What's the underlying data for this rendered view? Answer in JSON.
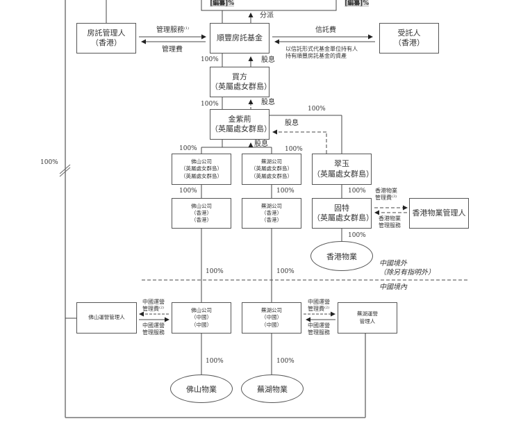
{
  "top_labels": {
    "left_pct": "[編纂]%",
    "right_pct": "[編纂]%"
  },
  "entities": {
    "reit_manager": [
      "房託管理人",
      "（香港）"
    ],
    "reit": [
      "順豐房託基金"
    ],
    "trustee": [
      "受託人",
      "（香港）"
    ],
    "buyer": [
      "買方",
      "（英屬處女群島）"
    ],
    "jinzijing": [
      "金紫荊",
      "（英屬處女群島）"
    ],
    "foshan_bvi": [
      "佛山公司",
      "（英屬處女群島）",
      "（英屬處女群島）"
    ],
    "wuhu_bvi": [
      "蕪湖公司",
      "（英屬處女群島）",
      "（英屬處女群島）"
    ],
    "cuiyu": [
      "翠玉",
      "（英屬處女群島）"
    ],
    "foshan_hk": [
      "佛山公司",
      "（香港）",
      "（香港）"
    ],
    "wuhu_hk": [
      "蕪湖公司",
      "（香港）",
      "（香港）"
    ],
    "gute": [
      "固特",
      "（英屬處女群島）"
    ],
    "hk_property_manager": [
      "香港物業管理人"
    ],
    "hk_property": "香港物業",
    "foshan_op_manager": [
      "佛山運營管理人"
    ],
    "foshan_prc": [
      "佛山公司",
      "（中國）",
      "（中國）"
    ],
    "wuhu_prc": [
      "蕪湖公司",
      "（中國）",
      "（中國）"
    ],
    "wuhu_op_manager": [
      "蕪湖運營",
      "管理人"
    ],
    "foshan_property": "佛山物業",
    "wuhu_property": "蕪湖物業"
  },
  "flows": {
    "distribution": "分派",
    "mgmt_services": "管理服務",
    "mgmt_services_note": "(1)",
    "mgmt_fee": "管理費",
    "trust_fee": "信託費",
    "trustee_desc": [
      "以信託形式代基金單位持有人",
      "持有順豐房託基金的資產"
    ],
    "dividend": "股息",
    "hk_pm_fee": [
      "香港物業",
      "管理費"
    ],
    "hk_pm_fee_note": "(3)",
    "hk_pm_services": [
      "香港物業",
      "管理服務"
    ],
    "prc_op_fee": [
      "中國運營",
      "管理費"
    ],
    "prc_op_fee_note": "(2)",
    "prc_op_services": [
      "中國運營",
      "管理服務"
    ]
  },
  "percentages": {
    "hundred": "100%"
  },
  "regions": {
    "outside_prc": [
      "中國境外",
      "（除另有指明外）"
    ],
    "inside_prc": "中國境內"
  }
}
